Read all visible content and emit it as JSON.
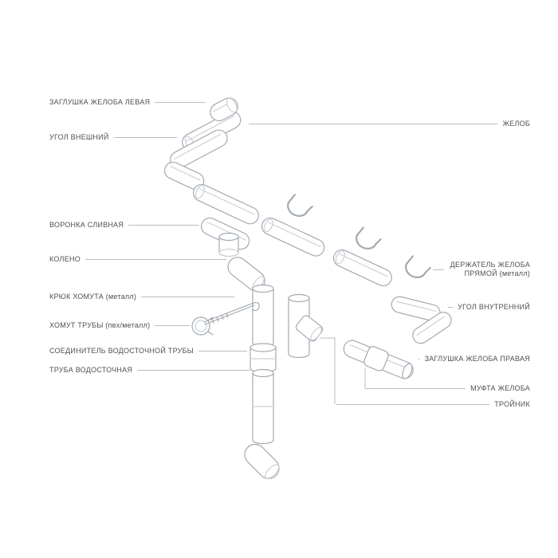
{
  "colors": {
    "background": "#ffffff",
    "part_stroke": "#a3aab1",
    "part_detail": "#ccd1d6",
    "leader": "#b8bdc2",
    "label_text": "#4c4f52"
  },
  "labels_left": [
    {
      "text": "ЗАГЛУШКА ЖЕЛОБА ЛЕВАЯ"
    },
    {
      "text": "УГОЛ ВНЕШНИЙ"
    },
    {
      "text": "ВОРОНКА СЛИВНАЯ"
    },
    {
      "text": "КОЛЕНО"
    },
    {
      "text": "КРЮК ХОМУТА (металл)"
    },
    {
      "text": "ХОМУТ ТРУБЫ (пвх/металл)"
    },
    {
      "text": "СОЕДИНИТЕЛЬ ВОДОСТОЧНОЙ ТРУБЫ"
    },
    {
      "text": "ТРУБА ВОДОСТОЧНАЯ"
    }
  ],
  "labels_right": [
    {
      "text": "ЖЕЛОБ"
    },
    {
      "text": "ДЕРЖАТЕЛЬ ЖЕЛОБА ПРЯМОЙ (металл)"
    },
    {
      "text": "УГОЛ ВНУТРЕННИЙ"
    },
    {
      "text": "ЗАГЛУШКА ЖЕЛОБА ПРАВАЯ"
    },
    {
      "text": "МУФТА ЖЕЛОБА"
    },
    {
      "text": "ТРОЙНИК"
    }
  ]
}
